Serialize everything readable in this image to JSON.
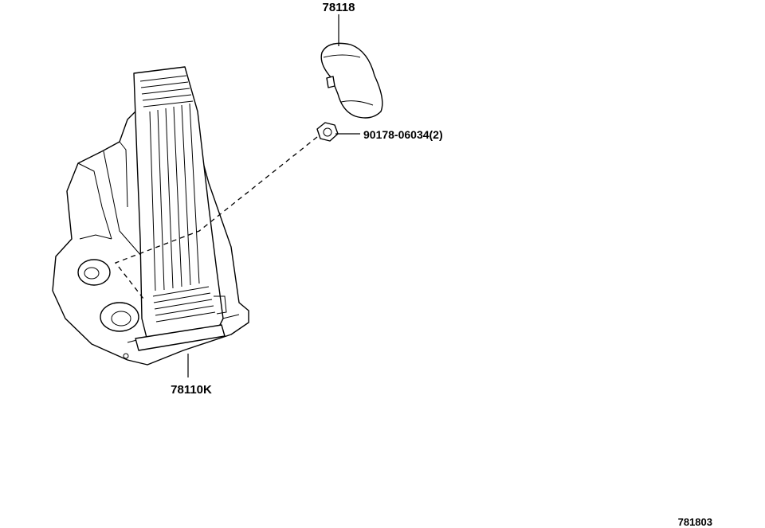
{
  "diagram": {
    "callouts": {
      "pedal_pad": "78118",
      "nut": "90178-06034(2)",
      "pedal_assembly": "78110K"
    },
    "figure_id": "781803"
  },
  "icons": {
    "pedal_assembly": "accelerator-pedal-assembly-icon",
    "pedal_pad": "pedal-pad-icon",
    "nut": "hex-nut-icon"
  }
}
